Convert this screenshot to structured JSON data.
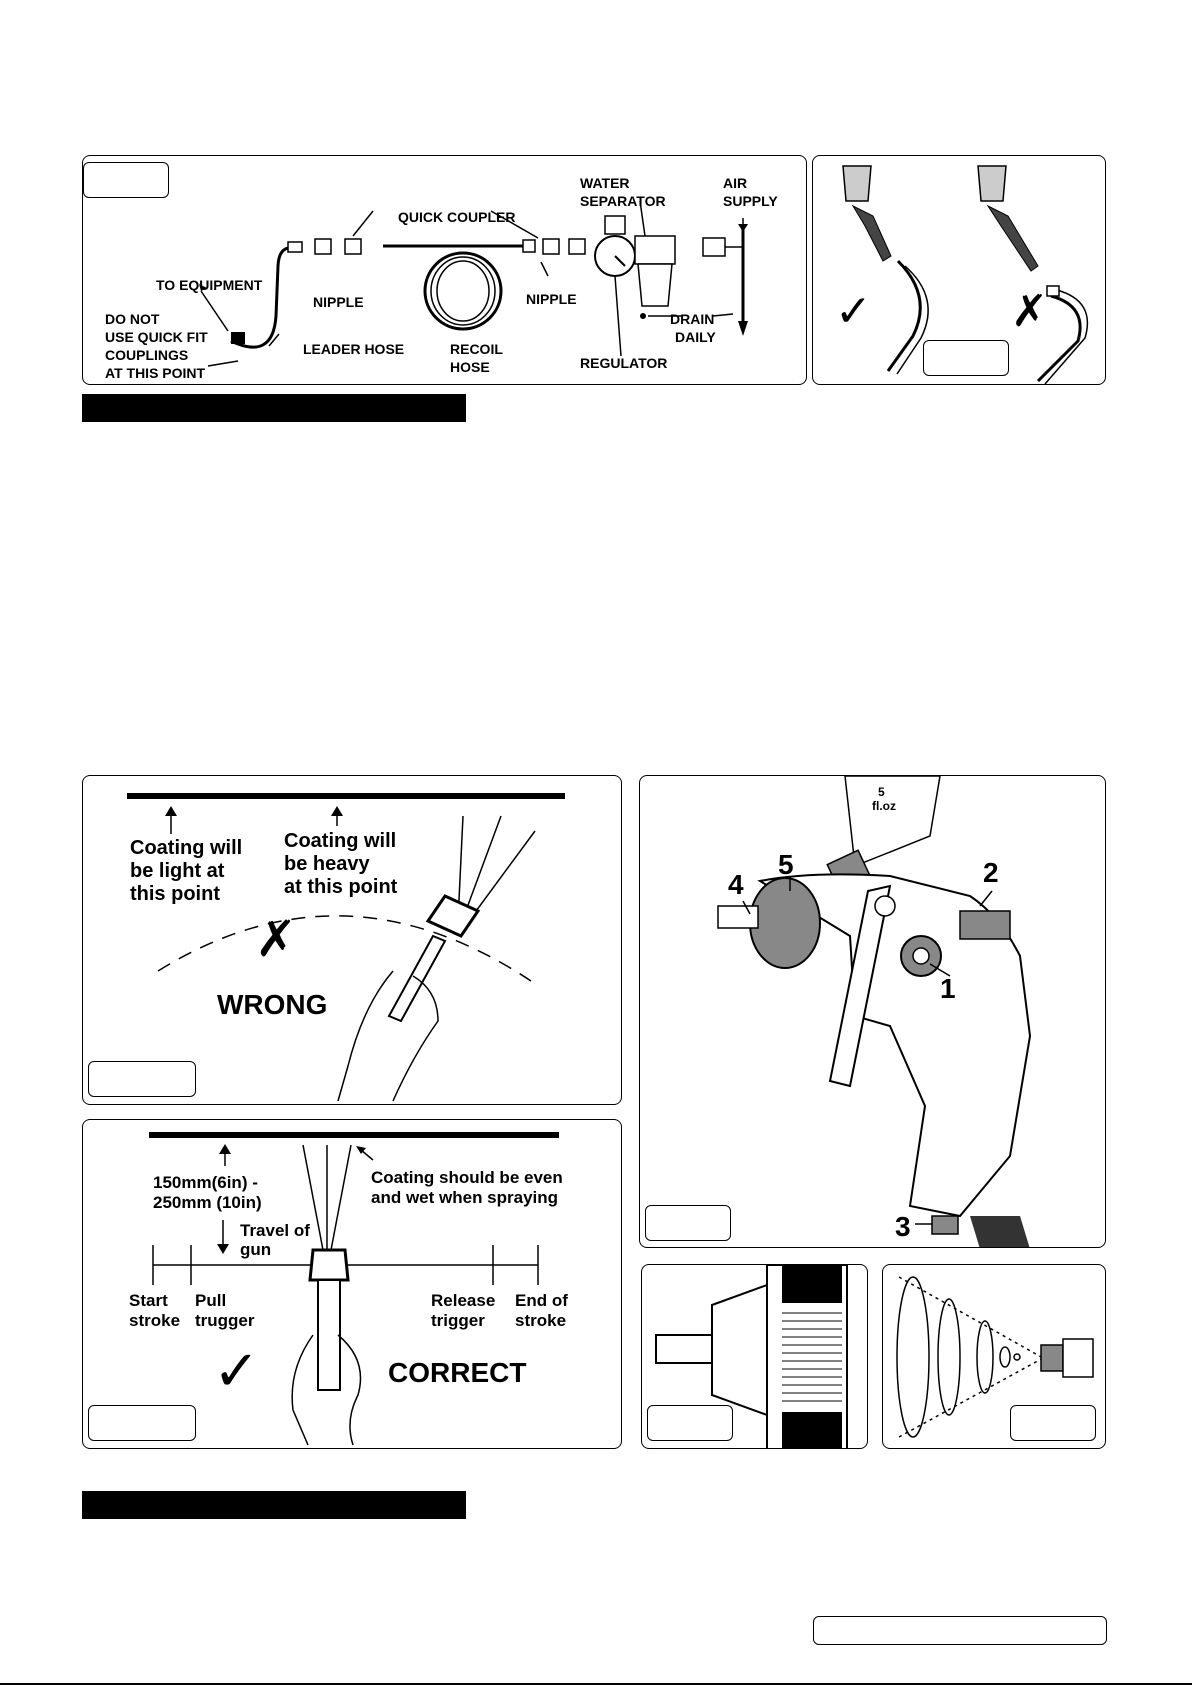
{
  "fig_air": {
    "water_separator_1": "WATER",
    "water_separator_2": "SEPARATOR",
    "air_supply_1": "AIR",
    "air_supply_2": "SUPPLY",
    "quick_coupler": "QUICK COUPLER",
    "to_equipment": "TO EQUIPMENT",
    "nipple_left": "NIPPLE",
    "nipple_right": "NIPPLE",
    "do_not_1": "DO NOT",
    "do_not_2": "USE QUICK FIT",
    "do_not_3": "COUPLINGS",
    "do_not_4": "AT THIS POINT",
    "leader_hose": "LEADER HOSE",
    "recoil_hose_1": "RECOIL",
    "recoil_hose_2": "HOSE",
    "drain_daily_1": "DRAIN",
    "drain_daily_2": "DAILY",
    "regulator": "REGULATOR"
  },
  "fig_wrong": {
    "light_1": "Coating will",
    "light_2": "be light at",
    "light_3": "this point",
    "heavy_1": "Coating will",
    "heavy_2": "be heavy",
    "heavy_3": "at this point",
    "wrong": "WRONG",
    "cross": "✗"
  },
  "fig_correct": {
    "distance_1": "150mm(6in) -",
    "distance_2": "250mm (10in)",
    "even_1": "Coating should be even",
    "even_2": "and wet when spraying",
    "travel_1": "Travel of",
    "travel_2": "gun",
    "start_1": "Start",
    "start_2": "stroke",
    "pull_1": "Pull",
    "pull_2": "trugger",
    "release_1": "Release",
    "release_2": "trigger",
    "end_1": "End of",
    "end_2": "stroke",
    "correct": "CORRECT",
    "check": "✓"
  },
  "fig_gun": {
    "n1": "1",
    "n2": "2",
    "n3": "3",
    "n4": "4",
    "n5": "5",
    "cup_scale_1": "5",
    "cup_scale_2": "fl.oz"
  },
  "fig_connect": {
    "check": "✓",
    "cross": "✗"
  }
}
